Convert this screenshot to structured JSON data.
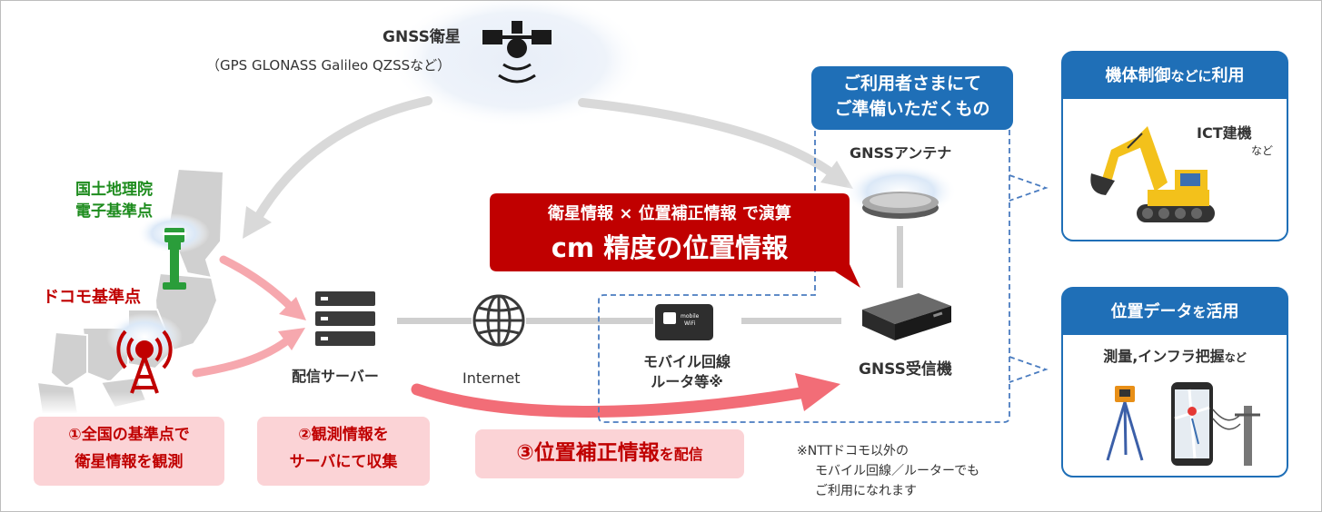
{
  "satellite": {
    "title": "GNSS衛星",
    "subtitle": "（GPS GLONASS Galileo QZSSなど）"
  },
  "gsi": {
    "line1": "国土地理院",
    "line2": "電子基準点"
  },
  "docomo_station": {
    "label": "ドコモ基準点"
  },
  "server": {
    "label": "配信サーバー"
  },
  "internet": {
    "label": "Internet"
  },
  "router": {
    "line1": "モバイル回線",
    "line2": "ルータ等※",
    "device_text1": "mobile",
    "device_text2": "WiFi"
  },
  "callout": {
    "line1": "衛星情報 × 位置補正情報 で演算",
    "line2": "cm 精度の位置情報"
  },
  "user_prep": {
    "line1": "ご利用者さまにて",
    "line2": "ご準備いただくもの"
  },
  "antenna": {
    "label": "GNSSアンテナ"
  },
  "receiver": {
    "label": "GNSS受信機"
  },
  "steps": {
    "step1": {
      "line1": "①全国の基準点で",
      "line2": "衛星情報を観測"
    },
    "step2": {
      "line1": "②観測情報を",
      "line2": "サーバにて収集"
    },
    "step3": {
      "main": "③位置補正情報",
      "suffix": "を配信"
    }
  },
  "note": {
    "line1": "※NTTドコモ以外の",
    "line2": "モバイル回線／ルーターでも",
    "line3": "ご利用になれます"
  },
  "panel_machine": {
    "title_main": "機体制御",
    "title_suffix1": "などに",
    "title_main2": "利用",
    "item": "ICT建機",
    "item_suffix": "など"
  },
  "panel_location": {
    "title_main": "位置データ",
    "title_suffix": "を",
    "title_main2": "活用",
    "item": "測量,インフラ把握",
    "item_suffix": "など"
  },
  "colors": {
    "blue": "#1f6fb7",
    "red": "#c00000",
    "green": "#1e8c1e",
    "pink": "#fbd3d6",
    "arrow_pink": "#f47f86"
  }
}
